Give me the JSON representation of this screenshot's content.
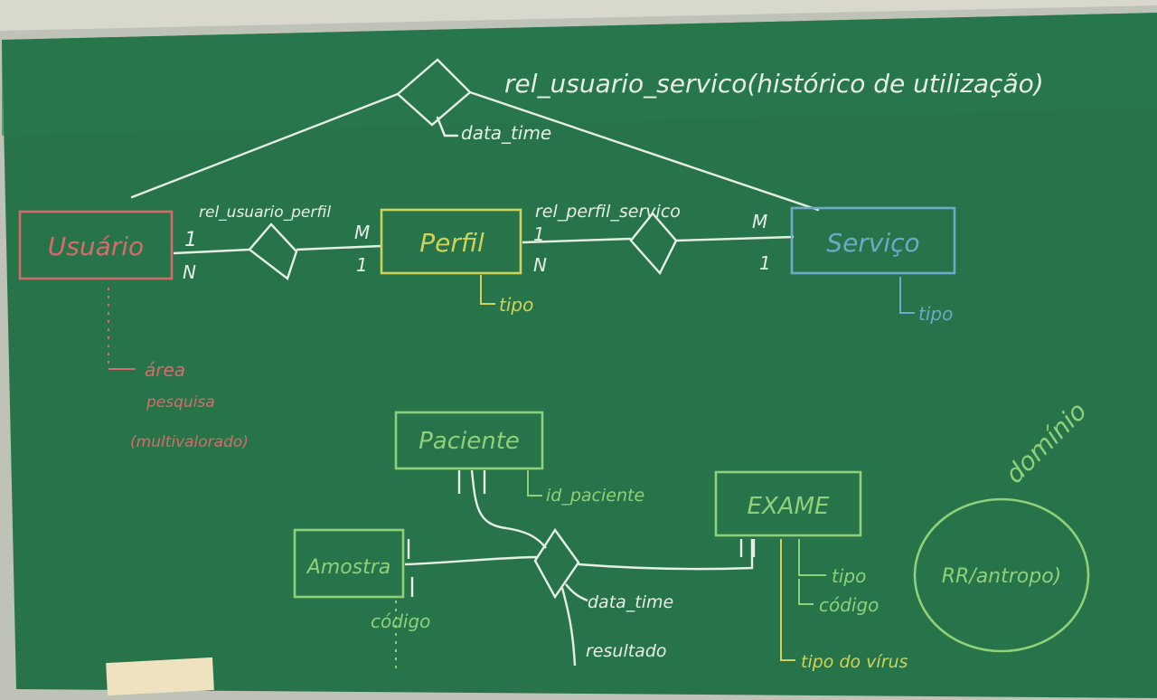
{
  "palette": {
    "board": "#27744a",
    "board_dark": "#1e623c",
    "chalk_white": "#e6eee5",
    "chalk_red": "#d86a6a",
    "chalk_yellow": "#cfd35a",
    "chalk_blue": "#6fa8c8",
    "chalk_green": "#8fd07a",
    "frame": "#c9cbc0"
  },
  "entities": {
    "usuario": "Usuário",
    "perfil": "Perfil",
    "servico": "Serviço",
    "paciente": "Paciente",
    "exame": "EXAME",
    "amostra": "Amostra",
    "dominio_circle": "RR/antropo)"
  },
  "relationships": {
    "rel_usuario_servico": "rel_usuario_servico(histórico de utilização)",
    "rel_usuario_perfil": "rel_usuario_perfil",
    "rel_perfil_servico": "rel_perfil_servico"
  },
  "attributes": {
    "data_time_top": "data_time",
    "perfil_tipo": "tipo",
    "servico_tipo": "tipo",
    "usuario_area": "área",
    "usuario_pesquisa": "pesquisa",
    "usuario_note": "(multivalorado)",
    "paciente_id": "id_paciente",
    "amostra_codigo": "código",
    "assoc_data_time": "data_time",
    "assoc_resultado": "resultado",
    "exame_tipo": "tipo",
    "exame_codigo": "código",
    "exame_tipo_virus": "tipo do vírus",
    "dominio": "domínio"
  },
  "cardinalities": {
    "usuario_rel_1": "1",
    "usuario_rel_N": "N",
    "perfil_left_M": "M",
    "perfil_left_1": "1",
    "perfil_right_1": "1",
    "perfil_right_N": "N",
    "servico_M": "M",
    "servico_1": "1"
  }
}
